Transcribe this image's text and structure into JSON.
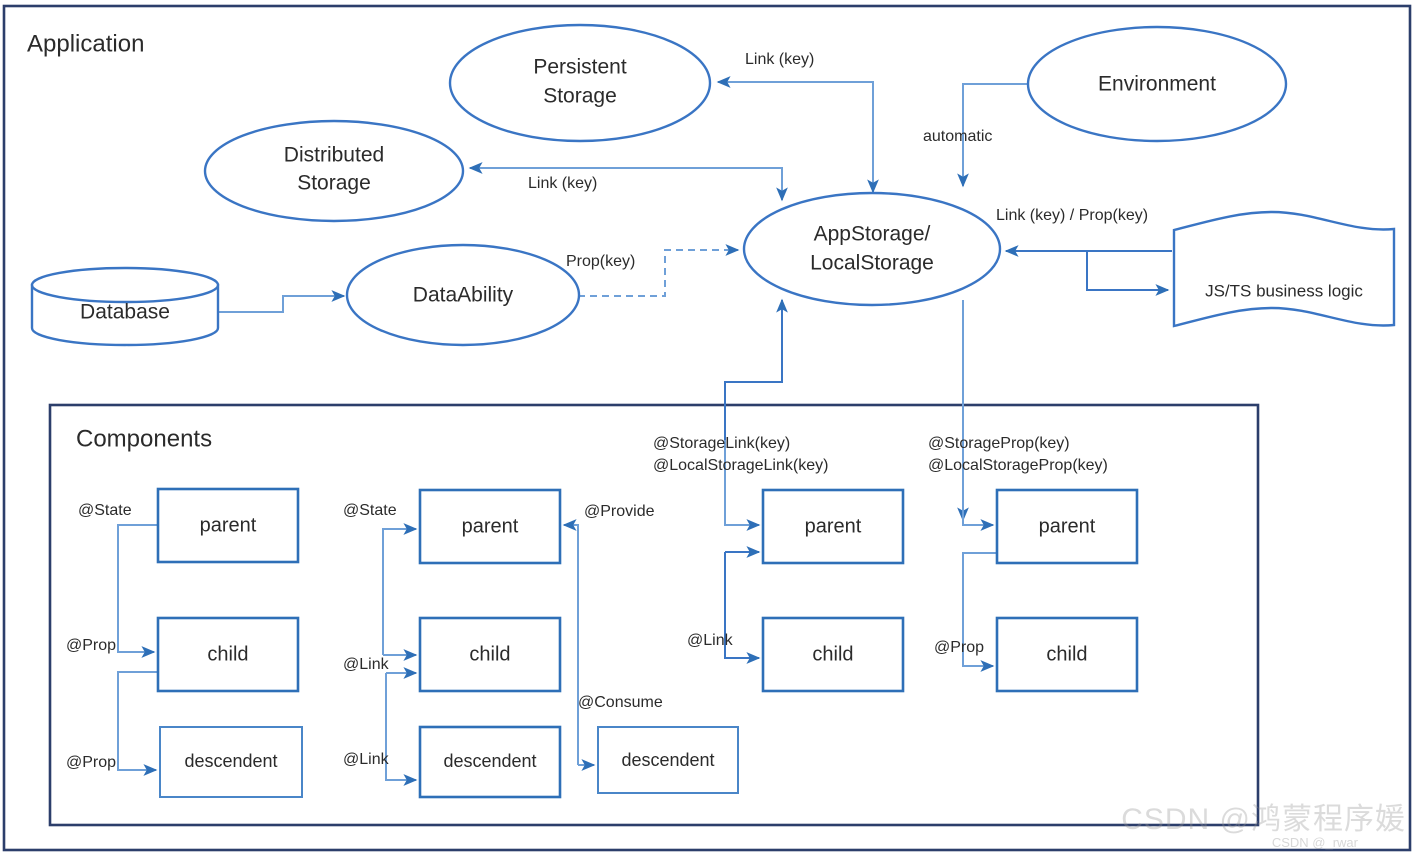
{
  "frames": {
    "application_title": "Application",
    "components_title": "Components"
  },
  "nodes": {
    "persistent_storage": {
      "line1": "Persistent",
      "line2": "Storage"
    },
    "distributed_storage": {
      "line1": "Distributed",
      "line2": "Storage"
    },
    "data_ability": {
      "label": "DataAbility"
    },
    "database": {
      "label": "Database"
    },
    "app_storage": {
      "line1": "AppStorage/",
      "line2": "LocalStorage"
    },
    "environment": {
      "label": "Environment"
    },
    "business_logic": {
      "label": "JS/TS business logic"
    }
  },
  "edge_labels": {
    "link_key_persistent": "Link (key)",
    "link_key_distributed": "Link (key)",
    "prop_key_dataability": "Prop(key)",
    "automatic": "automatic",
    "link_prop_key_js": "Link (key) / Prop(key)",
    "storage_link": "@StorageLink(key)",
    "local_storage_link": "@LocalStorageLink(key)",
    "storage_prop": "@StorageProp(key)",
    "local_storage_prop": "@LocalStorageProp(key)"
  },
  "components": {
    "columns": [
      {
        "name": "state-prop-column",
        "boxes": [
          {
            "label": "parent"
          },
          {
            "label": "child"
          },
          {
            "label": "descendent"
          }
        ],
        "decorators": [
          "@State",
          "@Prop",
          "@Prop"
        ]
      },
      {
        "name": "state-link-column",
        "boxes": [
          {
            "label": "parent"
          },
          {
            "label": "child"
          },
          {
            "label": "descendent"
          }
        ],
        "decorators": [
          "@State",
          "@Link",
          "@Link"
        ]
      },
      {
        "name": "provide-consume-column",
        "boxes": [
          {
            "label": "descendent"
          }
        ],
        "decorators": [
          "@Provide",
          "@Consume"
        ]
      },
      {
        "name": "storage-link-column",
        "boxes": [
          {
            "label": "parent"
          },
          {
            "label": "child"
          }
        ],
        "decorators": [
          "@Link"
        ]
      },
      {
        "name": "storage-prop-column",
        "boxes": [
          {
            "label": "parent"
          },
          {
            "label": "child"
          }
        ],
        "decorators": [
          "@Prop"
        ]
      }
    ]
  },
  "watermark": {
    "main": "CSDN @鸿蒙程序媛",
    "sub": "CSDN @_rwar"
  },
  "colors": {
    "shape_stroke": "#3a75c4",
    "connector": "#6fa0d8",
    "connector_dark": "#3a75c4",
    "frame": "#2c3e6b",
    "text": "#2b2b2b",
    "background": "#ffffff"
  }
}
